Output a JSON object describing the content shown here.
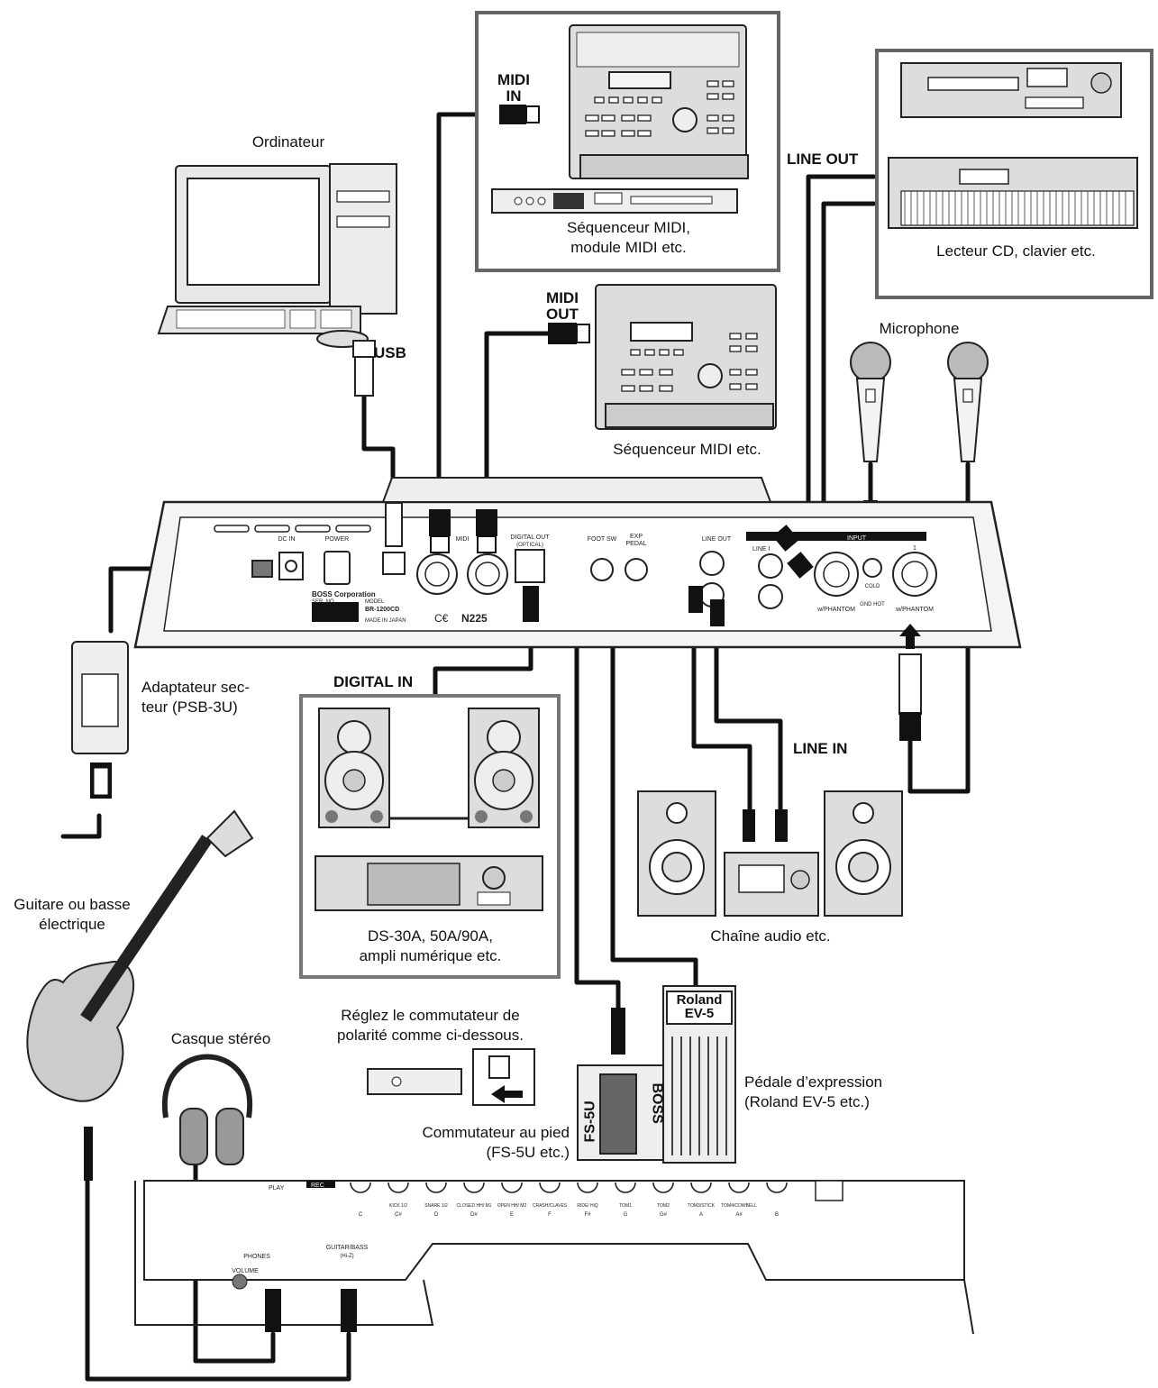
{
  "labels": {
    "computer": "Ordinateur",
    "usb": "USB",
    "midi_in_1": "MIDI",
    "midi_in_2": "IN",
    "midi_out_1": "MIDI",
    "midi_out_2": "OUT",
    "sequencer_module": [
      "Séquenceur MIDI,",
      "module MIDI etc."
    ],
    "sequencer": "Séquenceur MIDI etc.",
    "line_out": "LINE OUT",
    "cd_keyboard": "Lecteur CD, clavier etc.",
    "microphone": "Microphone",
    "adapter": [
      "Adaptateur sec-",
      "teur (PSB-3U)"
    ],
    "digital_in": "DIGITAL IN",
    "line_in": "LINE IN",
    "monitors": [
      "DS-30A, 50A/90A,",
      "ampli numérique etc."
    ],
    "audio_chain": "Chaîne audio etc.",
    "guitar": [
      "Guitare ou basse",
      "électrique"
    ],
    "polarity": [
      "Réglez le commutateur de",
      "polarité comme ci-dessous."
    ],
    "headphones": "Casque stéréo",
    "footswitch": [
      "Commutateur au pied",
      "(FS-5U etc.)"
    ],
    "expression": [
      "Pédale d’expression",
      "(Roland EV-5 etc.)"
    ]
  },
  "device_panel": {
    "dc_in": "DC IN",
    "power": "POWER",
    "midi": "MIDI",
    "digital_out": "DIGITAL OUT",
    "optical": "(OPTICAL)",
    "foot_sw": "FOOT SW",
    "exp_pedal": [
      "EXP",
      "PEDAL"
    ],
    "line_out": "LINE OUT",
    "input": "INPUT",
    "line_in": "LINE I",
    "phantom": "w/PHANTOM",
    "maker": "BOSS Corporation",
    "model": "BR-1200CD",
    "model_label": "MODEL",
    "serial": "SER. NO.",
    "made_in": "MADE IN JAPAN",
    "cert": "N225",
    "ce": "C€",
    "cold": "COLD",
    "gnd_hot": "GND  HOT",
    "ch1": "1"
  },
  "front_panel": {
    "pad_labels": [
      "KICK 1/2",
      "SNARE 1/2",
      "CLOSED HH/ M1",
      "OPEN HH/ M2",
      "CRASH/CLAVES",
      "RIDE/ HiQ",
      "TOM1",
      "TOM2",
      "TOM3/STICK",
      "TOM4/COWBELL"
    ],
    "notes": [
      "C",
      "C#",
      "D",
      "D#",
      "E",
      "F",
      "F#",
      "G",
      "G#",
      "A",
      "A#",
      "B"
    ],
    "phones": "PHONES",
    "volume": "VOLUME",
    "guitar_bass": "GUITAR/BASS",
    "hiz": "(Hi-Z)",
    "play": "PLAY",
    "rec": "REC"
  },
  "brands": {
    "roland": "Roland",
    "ev5": "EV-5",
    "fs5u": "FS-5U",
    "boss": "BOSS"
  }
}
